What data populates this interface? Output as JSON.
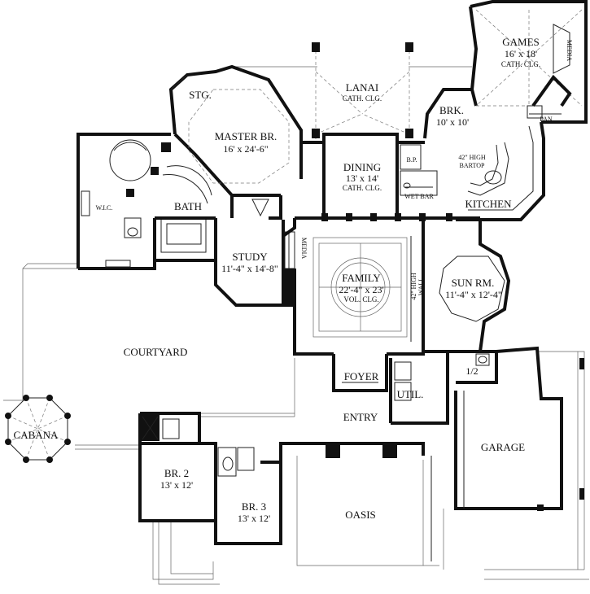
{
  "rooms": {
    "games": {
      "name": "GAMES",
      "size": "16' x 18'",
      "note": "CATH. CLG."
    },
    "media_upper": {
      "name": "MEDIA"
    },
    "lanai": {
      "name": "LANAI",
      "note": "CATH. CLG."
    },
    "stg": {
      "name": "STG."
    },
    "master": {
      "name": "MASTER BR.",
      "size": "16' x 24'-6\""
    },
    "brk": {
      "name": "BRK.",
      "size": "10' x 10'"
    },
    "pan": {
      "name": "PAN."
    },
    "bartop": {
      "line1": "42\" HIGH",
      "line2": "BARTOP"
    },
    "dining": {
      "name": "DINING",
      "size": "13' x 14'",
      "note": "CATH. CLG."
    },
    "bp": {
      "name": "B.P."
    },
    "wetbar": {
      "name": "WET BAR"
    },
    "kitchen": {
      "name": "KITCHEN"
    },
    "wic": {
      "name": "W.I.C."
    },
    "bath": {
      "name": "BATH"
    },
    "study": {
      "name": "STUDY",
      "size": "11'-4\" x 14'-8\""
    },
    "media_family": {
      "name": "MEDIA"
    },
    "family": {
      "name": "FAMILY",
      "size": "22'-4\" x 23'",
      "note": "VOL. CLG."
    },
    "wall42": {
      "line1": "42\" HIGH",
      "line2": "WALL"
    },
    "sunrm": {
      "name": "SUN RM.",
      "size": "11'-4\" x 12'-4\""
    },
    "courtyard": {
      "name": "COURTYARD"
    },
    "foyer": {
      "name": "FOYER"
    },
    "util": {
      "name": "UTIL."
    },
    "half_bath": {
      "name": "1/2"
    },
    "entry": {
      "name": "ENTRY"
    },
    "cabana": {
      "name": "CABANA"
    },
    "garage": {
      "name": "GARAGE"
    },
    "br2": {
      "name": "BR. 2",
      "size": "13' x 12'"
    },
    "br3": {
      "name": "BR. 3",
      "size": "13' x 12'"
    },
    "oasis": {
      "name": "OASIS"
    }
  }
}
